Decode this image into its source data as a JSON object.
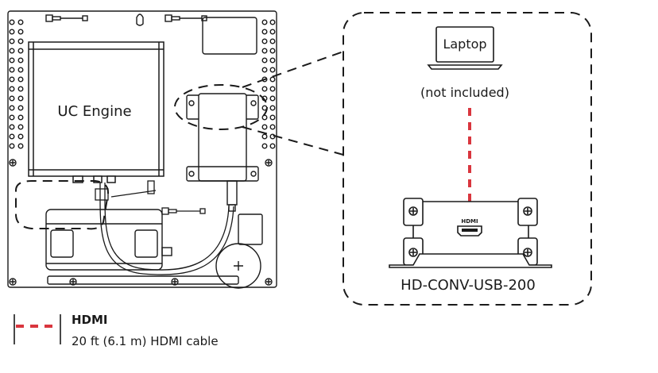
{
  "labels": {
    "uc_engine": "UC Engine",
    "laptop": "Laptop",
    "not_included": "(not included)",
    "converter": "HD-CONV-USB-200",
    "port": "HDMI"
  },
  "legend": {
    "title": "HDMI",
    "description": "20 ft (6.1 m) HDMI cable"
  },
  "colors": {
    "line": "#1a1a1a",
    "hdmi_cable": "#d9363e"
  }
}
